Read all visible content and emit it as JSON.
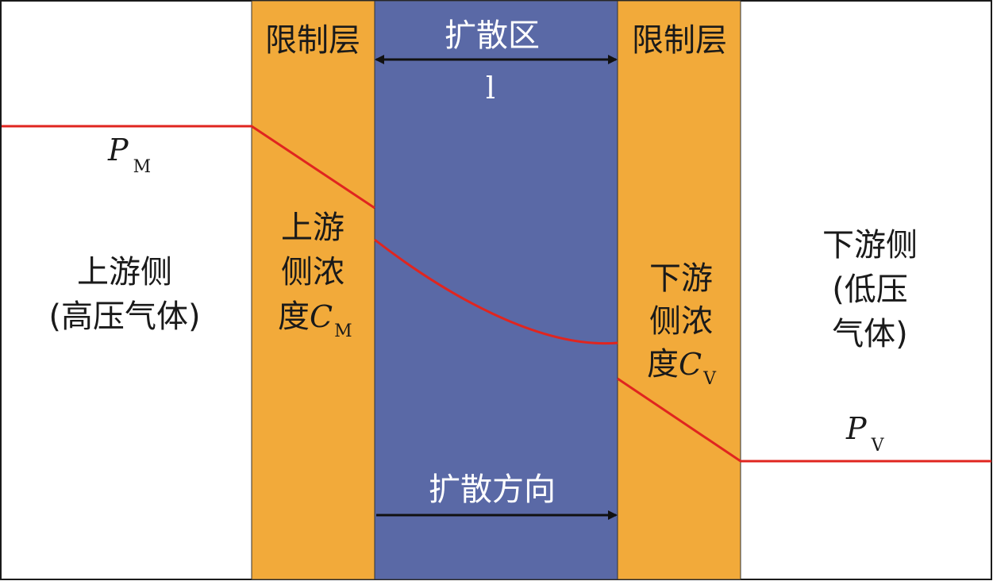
{
  "colors": {
    "restriction_layer": "#F2AA3A",
    "diffusion_zone": "#5A69A6",
    "curve": "#E0251F",
    "border": "#1a1a1a",
    "arrow": "#111111"
  },
  "labels": {
    "left_layer_title": "限制层",
    "right_layer_title": "限制层",
    "diffusion_title": "扩散区",
    "diffusion_length": "l",
    "direction": "扩散方向",
    "upstream_side": [
      "上游侧",
      "(高压气体)"
    ],
    "downstream_side": [
      "下游侧",
      "(低压",
      "气体)"
    ],
    "upstream_conc": [
      "上游",
      "侧浓",
      "度"
    ],
    "downstream_conc": [
      "下游",
      "侧浓",
      "度"
    ],
    "pm": {
      "symbol": "P",
      "sub": "M"
    },
    "pv": {
      "symbol": "P",
      "sub": "V"
    },
    "cm": {
      "symbol": "C",
      "sub": "M"
    },
    "cv": {
      "symbol": "C",
      "sub": "V"
    }
  }
}
